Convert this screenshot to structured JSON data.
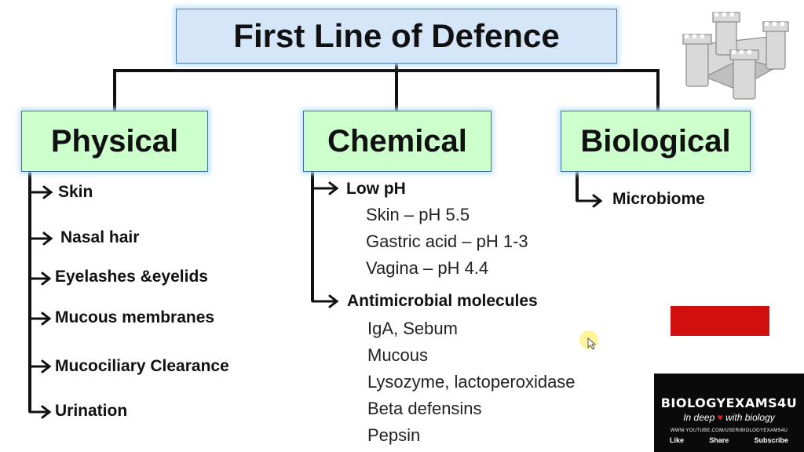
{
  "title": "First Line of Defence",
  "categories": {
    "physical": {
      "label": "Physical",
      "items": [
        "Skin",
        "Nasal hair",
        "Eyelashes &eyelids",
        "Mucous membranes",
        "Mucociliary Clearance",
        "Urination"
      ]
    },
    "chemical": {
      "label": "Chemical",
      "groups": [
        {
          "label": "Low pH",
          "items": [
            "Skin – pH 5.5",
            "Gastric acid – pH 1-3",
            "Vagina – pH 4.4"
          ]
        },
        {
          "label": "Antimicrobial molecules",
          "items": [
            "IgA, Sebum",
            "Mucous",
            "Lysozyme, lactoperoxidase",
            "Beta defensins",
            "Pepsin"
          ]
        }
      ]
    },
    "biological": {
      "label": "Biological",
      "items": [
        "Microbiome"
      ]
    }
  },
  "logo": {
    "brand": "BIOLOGYEXAMS4U",
    "tagline_before": "In deep",
    "tagline_after": "with biology",
    "url": "WWW.YOUTUBE.COM/USER/BIOLOGYEXAMS4U",
    "like": "Like",
    "share": "Share",
    "subscribe": "Subscribe"
  },
  "colors": {
    "title_box": "#d4e6f7",
    "category_box": "#ccffcc",
    "box_glow": "#bee1fa",
    "red_block": "#d10f0f",
    "logo_bg": "#0a0a0a"
  },
  "icons": [
    "castle-icon",
    "heart-icon",
    "cursor-icon"
  ]
}
